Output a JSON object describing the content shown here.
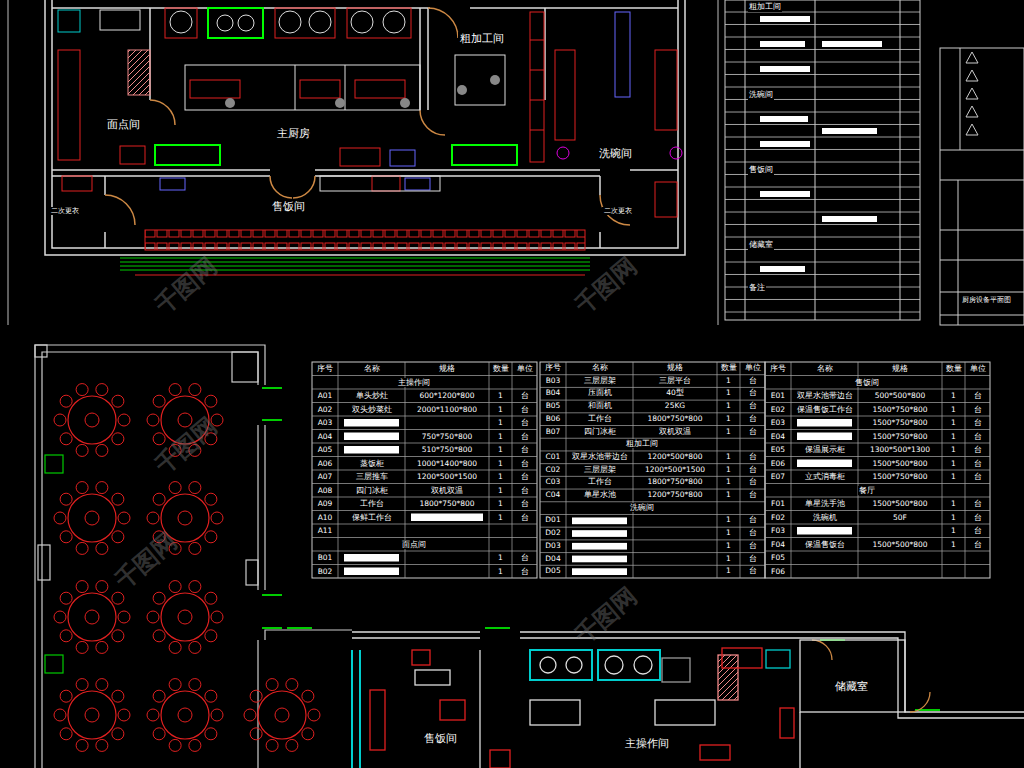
{
  "diagram": {
    "nodes": [
      {
        "text": [
          "面点间"
        ]
      },
      {
        "text": [
          "主厨房"
        ]
      },
      {
        "text": [
          "粗加工间"
        ]
      },
      {
        "text": [
          "洗碗间"
        ]
      },
      {
        "text": [
          "售饭间"
        ]
      },
      {
        "text": [
          "二次更衣"
        ]
      },
      {
        "text": [
          "二次更衣"
        ]
      },
      {
        "text": [
          "售饭间"
        ]
      },
      {
        "text": [
          "主操作间"
        ]
      },
      {
        "text": [
          "储藏室"
        ]
      }
    ],
    "labels": [
      "序号",
      "名称",
      "规格",
      "数量",
      "单位",
      "主操作间",
      "A01",
      "单头炒灶",
      "600*1200*800",
      "1",
      "台",
      "A02",
      "双头炒菜灶",
      "2000*1100*800",
      "1",
      "台",
      "A03",
      "1",
      "台",
      "A04",
      "750*750*800",
      "1",
      "台",
      "A05",
      "510*750*800",
      "1",
      "台",
      "A06",
      "蒸饭柜",
      "1000*1400*800",
      "1",
      "台",
      "A07",
      "三层推车",
      "1200*500*1500",
      "1",
      "台",
      "A08",
      "四门冰柜",
      "双机双温",
      "1",
      "台",
      "A09",
      "工作台",
      "1800*750*800",
      "1",
      "台",
      "A10",
      "保鲜工作台",
      "1",
      "台",
      "A11",
      "面点间",
      "B01",
      "1",
      "台",
      "B02",
      "1",
      "台",
      "序号",
      "名称",
      "规格",
      "数量",
      "单位",
      "B03",
      "三层层架",
      "三层平台",
      "1",
      "台",
      "B04",
      "压面机",
      "40型",
      "1",
      "台",
      "B05",
      "和面机",
      "25KG",
      "1",
      "台",
      "B06",
      "工作台",
      "1800*750*800",
      "1",
      "台",
      "B07",
      "四门冰柜",
      "双机双温",
      "1",
      "台",
      "粗加工间",
      "C01",
      "双星水池带边台",
      "1200*500*800",
      "1",
      "台",
      "C02",
      "三层层架",
      "1200*500*1500",
      "1",
      "台",
      "C03",
      "工作台",
      "1800*750*800",
      "1",
      "台",
      "C04",
      "单星水池",
      "1200*750*800",
      "1",
      "台",
      "洗碗间",
      "D01",
      "1",
      "台",
      "D02",
      "1",
      "台",
      "D03",
      "1",
      "台",
      "D04",
      "1",
      "台",
      "D05",
      "1",
      "台",
      "序号",
      "名称",
      "规格",
      "数量",
      "单位",
      "售饭间",
      "E01",
      "双星水池带边台",
      "500*500*800",
      "1",
      "台",
      "E02",
      "保温售饭工作台",
      "1500*750*800",
      "1",
      "台",
      "E03",
      "1500*750*800",
      "1",
      "台",
      "E04",
      "1500*750*800",
      "1",
      "台",
      "E05",
      "保温展示柜",
      "1300*500*1300",
      "1",
      "台",
      "E06",
      "1500*500*800",
      "1",
      "台",
      "E07",
      "立式消毒柜",
      "1500*750*800",
      "1",
      "台",
      "餐厅",
      "F01",
      "单星洗手池",
      "1500*500*800",
      "1",
      "台",
      "F02",
      "洗碗机",
      "50F",
      "1",
      "台",
      "F03",
      "1",
      "台",
      "F04",
      "保温售饭台",
      "1500*500*800",
      "1",
      "台",
      "F05",
      "F06",
      "粗加工间",
      "洗碗间",
      "售饭间",
      "储藏室",
      "备注",
      "厨房设备平面图",
      "千图网",
      "千图网",
      "千图网",
      "千图网",
      "千图网"
    ]
  }
}
